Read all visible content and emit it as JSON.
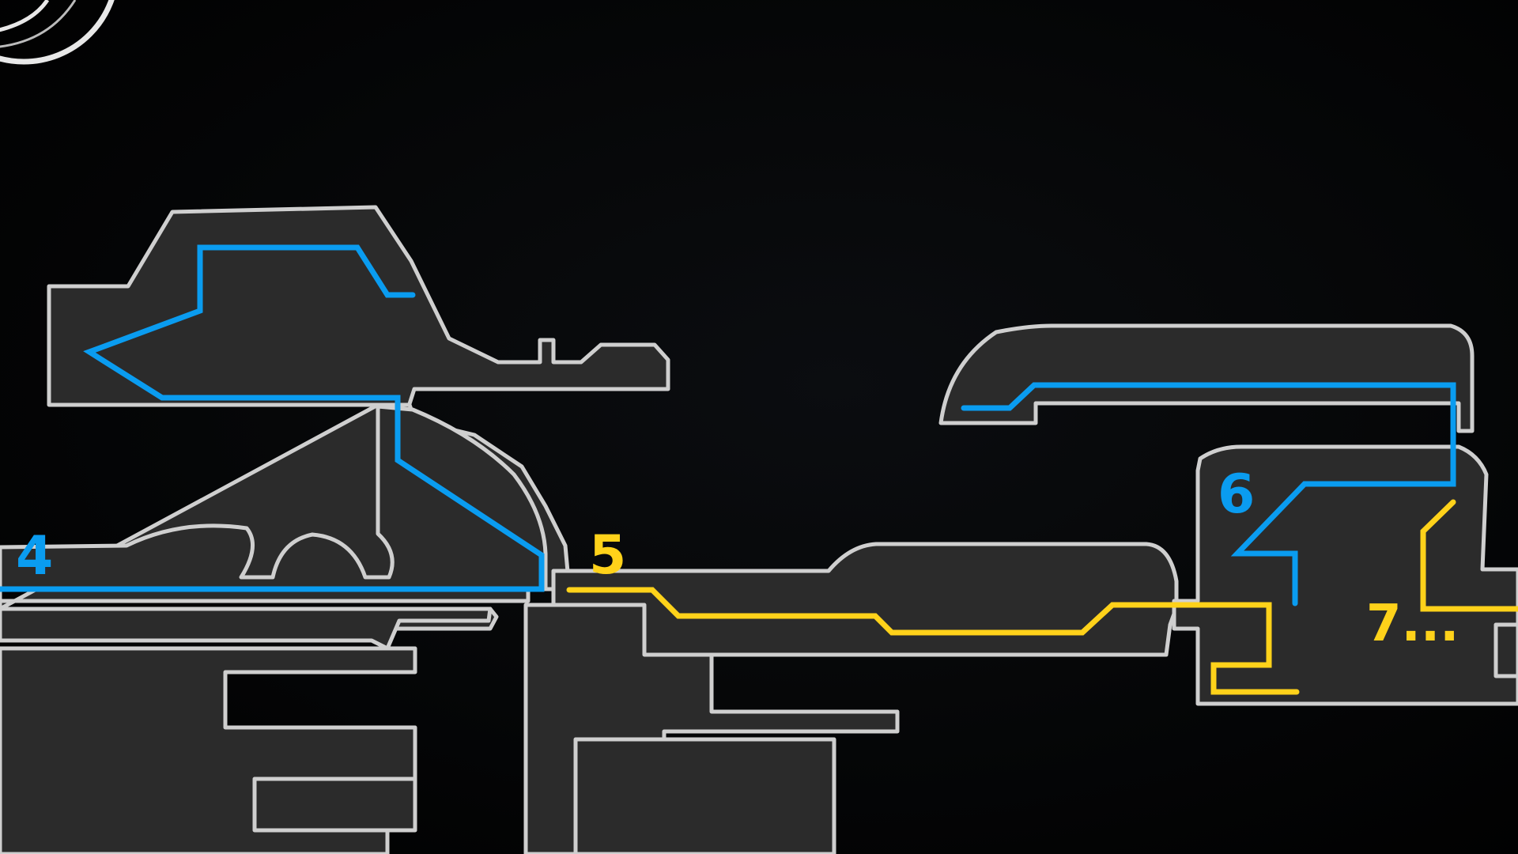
{
  "map": {
    "colors": {
      "background": "#000000",
      "room_fill": "#2b2b2b",
      "room_outline": "#cfcfcf",
      "route_blue": "#0a9cf0",
      "route_yellow": "#ffd21a"
    },
    "markers": [
      {
        "id": "4",
        "label": "4",
        "color": "blue"
      },
      {
        "id": "5",
        "label": "5",
        "color": "yellow"
      },
      {
        "id": "6",
        "label": "6",
        "color": "blue"
      },
      {
        "id": "7",
        "label": "7...",
        "color": "yellow"
      }
    ],
    "routes": [
      {
        "id": "blue-route-4",
        "color": "blue"
      },
      {
        "id": "blue-route-6",
        "color": "blue"
      },
      {
        "id": "yellow-route-5",
        "color": "yellow"
      },
      {
        "id": "yellow-route-7",
        "color": "yellow"
      }
    ],
    "logo": {
      "icon": "emblem-ring-icon"
    }
  }
}
